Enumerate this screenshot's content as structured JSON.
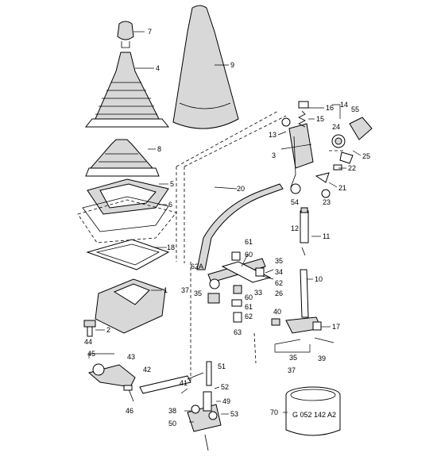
{
  "callouts": [
    {
      "id": "c1",
      "text": "1"
    },
    {
      "id": "c2",
      "text": "2"
    },
    {
      "id": "c3",
      "text": "3"
    },
    {
      "id": "c4",
      "text": "4"
    },
    {
      "id": "c5",
      "text": "5"
    },
    {
      "id": "c6",
      "text": "6"
    },
    {
      "id": "c7",
      "text": "7"
    },
    {
      "id": "c8",
      "text": "8"
    },
    {
      "id": "c9",
      "text": "9"
    },
    {
      "id": "c10",
      "text": "10"
    },
    {
      "id": "c11",
      "text": "11"
    },
    {
      "id": "c12",
      "text": "12"
    },
    {
      "id": "c13",
      "text": "13"
    },
    {
      "id": "c14",
      "text": "14"
    },
    {
      "id": "c15",
      "text": "15"
    },
    {
      "id": "c16",
      "text": "16"
    },
    {
      "id": "c17",
      "text": "17"
    },
    {
      "id": "c18",
      "text": "18"
    },
    {
      "id": "c20",
      "text": "20"
    },
    {
      "id": "c21",
      "text": "21"
    },
    {
      "id": "c22",
      "text": "22"
    },
    {
      "id": "c23",
      "text": "23"
    },
    {
      "id": "c24",
      "text": "24"
    },
    {
      "id": "c25",
      "text": "25"
    },
    {
      "id": "c26",
      "text": "26"
    },
    {
      "id": "c33",
      "text": "33"
    },
    {
      "id": "c34",
      "text": "34"
    },
    {
      "id": "c35a",
      "text": "35"
    },
    {
      "id": "c35b",
      "text": "35"
    },
    {
      "id": "c35c",
      "text": "35"
    },
    {
      "id": "c37a",
      "text": "37"
    },
    {
      "id": "c37b",
      "text": "37"
    },
    {
      "id": "c38",
      "text": "38"
    },
    {
      "id": "c39",
      "text": "39"
    },
    {
      "id": "c40",
      "text": "40"
    },
    {
      "id": "c41",
      "text": "41"
    },
    {
      "id": "c42",
      "text": "42"
    },
    {
      "id": "c43",
      "text": "43"
    },
    {
      "id": "c44",
      "text": "44"
    },
    {
      "id": "c45",
      "text": "45"
    },
    {
      "id": "c46",
      "text": "46"
    },
    {
      "id": "c49",
      "text": "49"
    },
    {
      "id": "c50",
      "text": "50"
    },
    {
      "id": "c51",
      "text": "51"
    },
    {
      "id": "c52",
      "text": "52"
    },
    {
      "id": "c53",
      "text": "53"
    },
    {
      "id": "c54",
      "text": "54"
    },
    {
      "id": "c55",
      "text": "55"
    },
    {
      "id": "c60a",
      "text": "60"
    },
    {
      "id": "c60b",
      "text": "60"
    },
    {
      "id": "c61a",
      "text": "61"
    },
    {
      "id": "c61b",
      "text": "61"
    },
    {
      "id": "c62a",
      "text": "62"
    },
    {
      "id": "c62b",
      "text": "62"
    },
    {
      "id": "c62A",
      "text": "62A"
    },
    {
      "id": "c63",
      "text": "63"
    },
    {
      "id": "c70",
      "text": "70"
    }
  ],
  "part_code": "G 052 142 A2",
  "colors": {
    "line": "#000000",
    "background": "#ffffff",
    "shade": "#d8d8d8"
  }
}
